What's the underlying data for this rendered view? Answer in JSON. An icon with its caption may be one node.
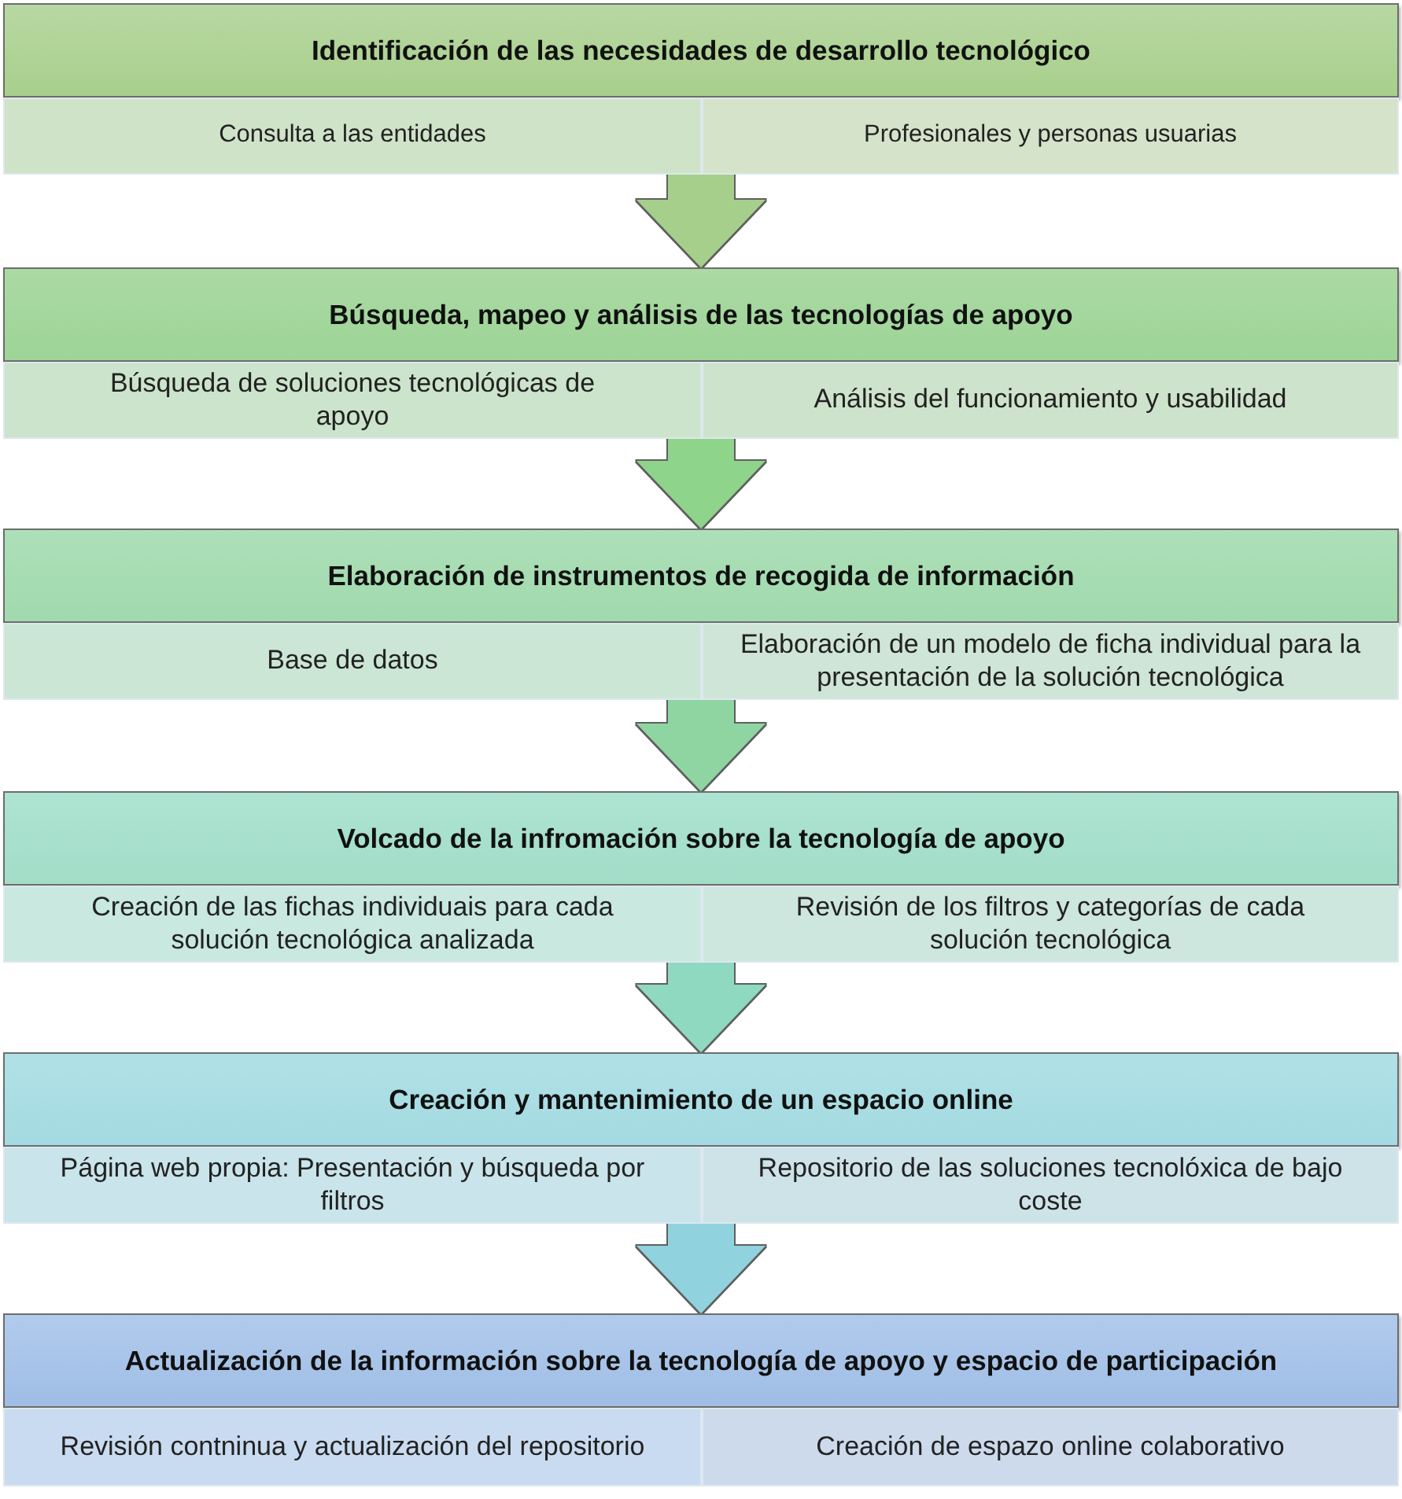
{
  "diagram": {
    "nodes": [
      {
        "text": [
          "Identificación de las necesidades de desarrollo tecnológico"
        ]
      },
      {
        "text": [
          "Consulta a las entidades"
        ],
        "in": 0
      },
      {
        "text": [
          "Profesionales y personas usuarias"
        ],
        "in": 0
      },
      {
        "text": [
          "Búsqueda, mapeo y análisis de las tecnologías de apoyo"
        ]
      },
      {
        "text": [
          "Búsqueda de soluciones tecnológicas de apoyo"
        ],
        "in": 3
      },
      {
        "text": [
          "Análisis del funcionamiento y usabilidad"
        ],
        "in": 3
      },
      {
        "text": [
          "Elaboración de instrumentos de recogida de información"
        ]
      },
      {
        "text": [
          "Base de datos"
        ],
        "in": 6
      },
      {
        "text": [
          "Elaboración de un modelo de ficha individual para la presentación de la solución tecnológica"
        ],
        "in": 6
      },
      {
        "text": [
          "Volcado de la infromación sobre la tecnología de apoyo"
        ]
      },
      {
        "text": [
          "Creación de las fichas individuais para cada solución tecnológica analizada"
        ],
        "in": 9
      },
      {
        "text": [
          "Revisión de los filtros y categorías de cada solución tecnológica"
        ],
        "in": 9
      },
      {
        "text": [
          "Creación y mantenimiento de un espacio online"
        ]
      },
      {
        "text": [
          "Página web propia: Presentación y búsqueda por filtros"
        ],
        "in": 12
      },
      {
        "text": [
          "Repositorio de las soluciones tecnolóxica de bajo coste"
        ],
        "in": 12
      },
      {
        "text": [
          "Actualización de la información sobre la tecnología de apoyo y espacio de participación"
        ]
      },
      {
        "text": [
          "Revisión contninua y actualización del repositorio"
        ],
        "in": 15
      },
      {
        "text": [
          "Creación de espazo online colaborativo"
        ],
        "in": 15
      }
    ],
    "edges": [
      {
        "from": 0,
        "to": 3,
        "arrow": "to",
        "color": "#a6cf8b"
      },
      {
        "from": 3,
        "to": 6,
        "arrow": "to",
        "color": "#8fd48b"
      },
      {
        "from": 6,
        "to": 9,
        "arrow": "to",
        "color": "#8fd5a2"
      },
      {
        "from": 9,
        "to": 12,
        "arrow": "to",
        "color": "#8fd9c1"
      },
      {
        "from": 12,
        "to": 15,
        "arrow": "to",
        "color": "#90d3de"
      }
    ]
  }
}
